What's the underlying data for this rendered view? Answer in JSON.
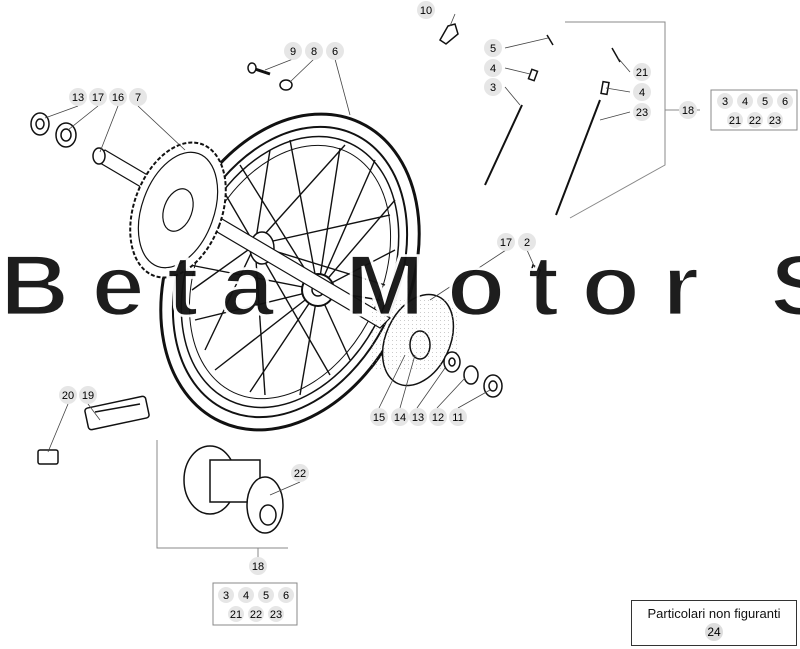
{
  "diagram": {
    "callouts": {
      "c10": "10",
      "c9": "9",
      "c8": "8",
      "c6": "6",
      "c5": "5",
      "c4a": "4",
      "c3": "3",
      "c21a": "21",
      "c4b": "4",
      "c23": "23",
      "c18a": "18",
      "c13a": "13",
      "c17a": "17",
      "c16": "16",
      "c7": "7",
      "c17b": "17",
      "c2": "2",
      "c15": "15",
      "c14": "14",
      "c13b": "13",
      "c12": "12",
      "c11": "11",
      "c20": "20",
      "c19": "19",
      "c22": "22",
      "c18b": "18"
    },
    "kit_top": [
      "3",
      "4",
      "5",
      "6",
      "21",
      "22",
      "23"
    ],
    "kit_bottom": [
      "3",
      "4",
      "5",
      "6",
      "21",
      "22",
      "23"
    ],
    "watermark": "Beta Motor S.p.A",
    "legend": {
      "text": "Particolari non figuranti",
      "number": "24"
    }
  }
}
